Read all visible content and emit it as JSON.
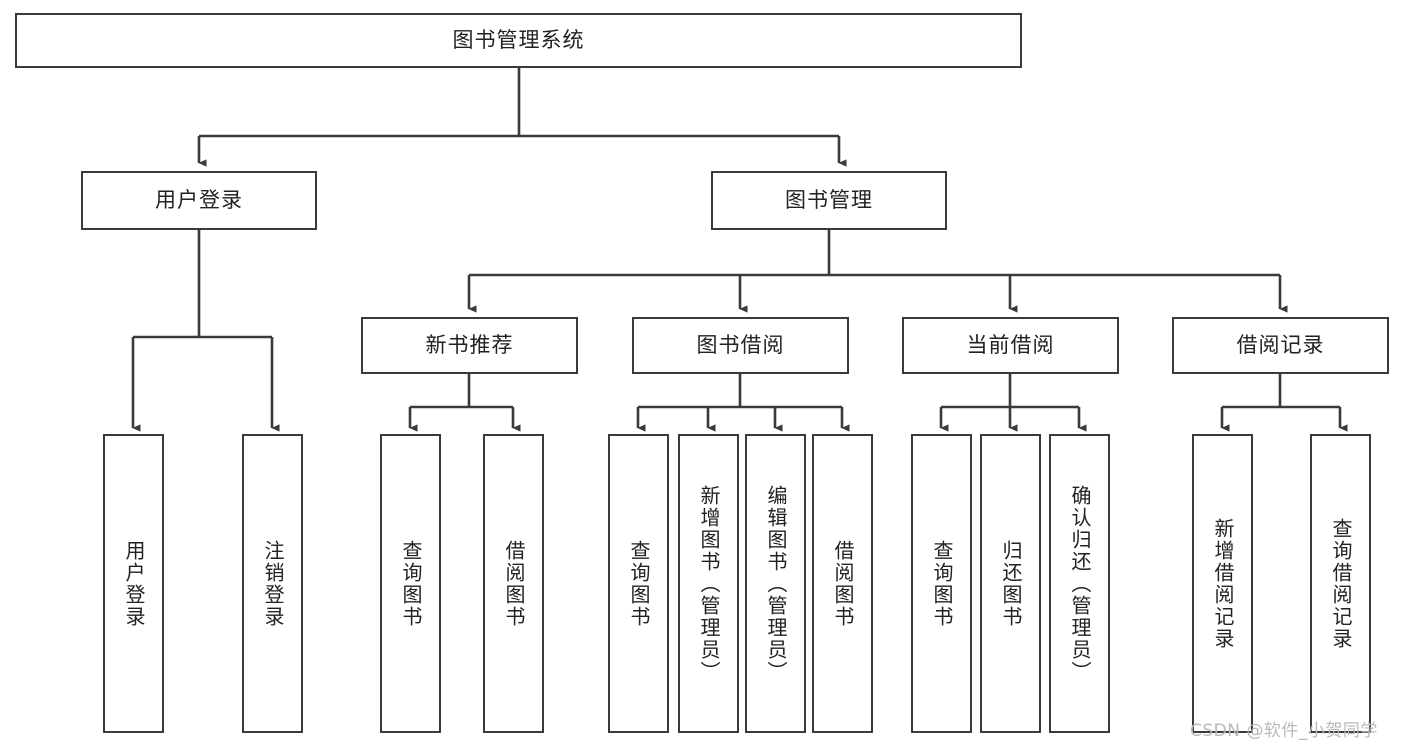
{
  "diagram": {
    "title": "图书管理系统",
    "type": "tree-hierarchy-chart",
    "colors": {
      "box_border": "#3a3a3a",
      "box_fill": "#ffffff",
      "line": "#3a3a3a",
      "text": "#222222",
      "watermark": "#b9b9b9",
      "background": "#ffffff"
    },
    "root": {
      "label": "图书管理系统"
    },
    "level2": [
      {
        "label": "用户登录"
      },
      {
        "label": "图书管理"
      }
    ],
    "level3": [
      {
        "label": "新书推荐"
      },
      {
        "label": "图书借阅"
      },
      {
        "label": "当前借阅"
      },
      {
        "label": "借阅记录"
      }
    ],
    "leaves": {
      "user_login": [
        {
          "label": "用户登录"
        },
        {
          "label": "注销登录"
        }
      ],
      "new_book_recommend": [
        {
          "label": "查询图书"
        },
        {
          "label": "借阅图书"
        }
      ],
      "book_borrow": [
        {
          "label": "查询图书"
        },
        {
          "label": "新增图书（管理员）"
        },
        {
          "label": "编辑图书（管理员）"
        },
        {
          "label": "借阅图书"
        }
      ],
      "current_borrow": [
        {
          "label": "查询图书"
        },
        {
          "label": "归还图书"
        },
        {
          "label": "确认归还（管理员）"
        }
      ],
      "borrow_records": [
        {
          "label": "新增借阅记录"
        },
        {
          "label": "查询借阅记录"
        }
      ]
    }
  },
  "watermark": {
    "text": "CSDN @软件_小贺同学"
  }
}
